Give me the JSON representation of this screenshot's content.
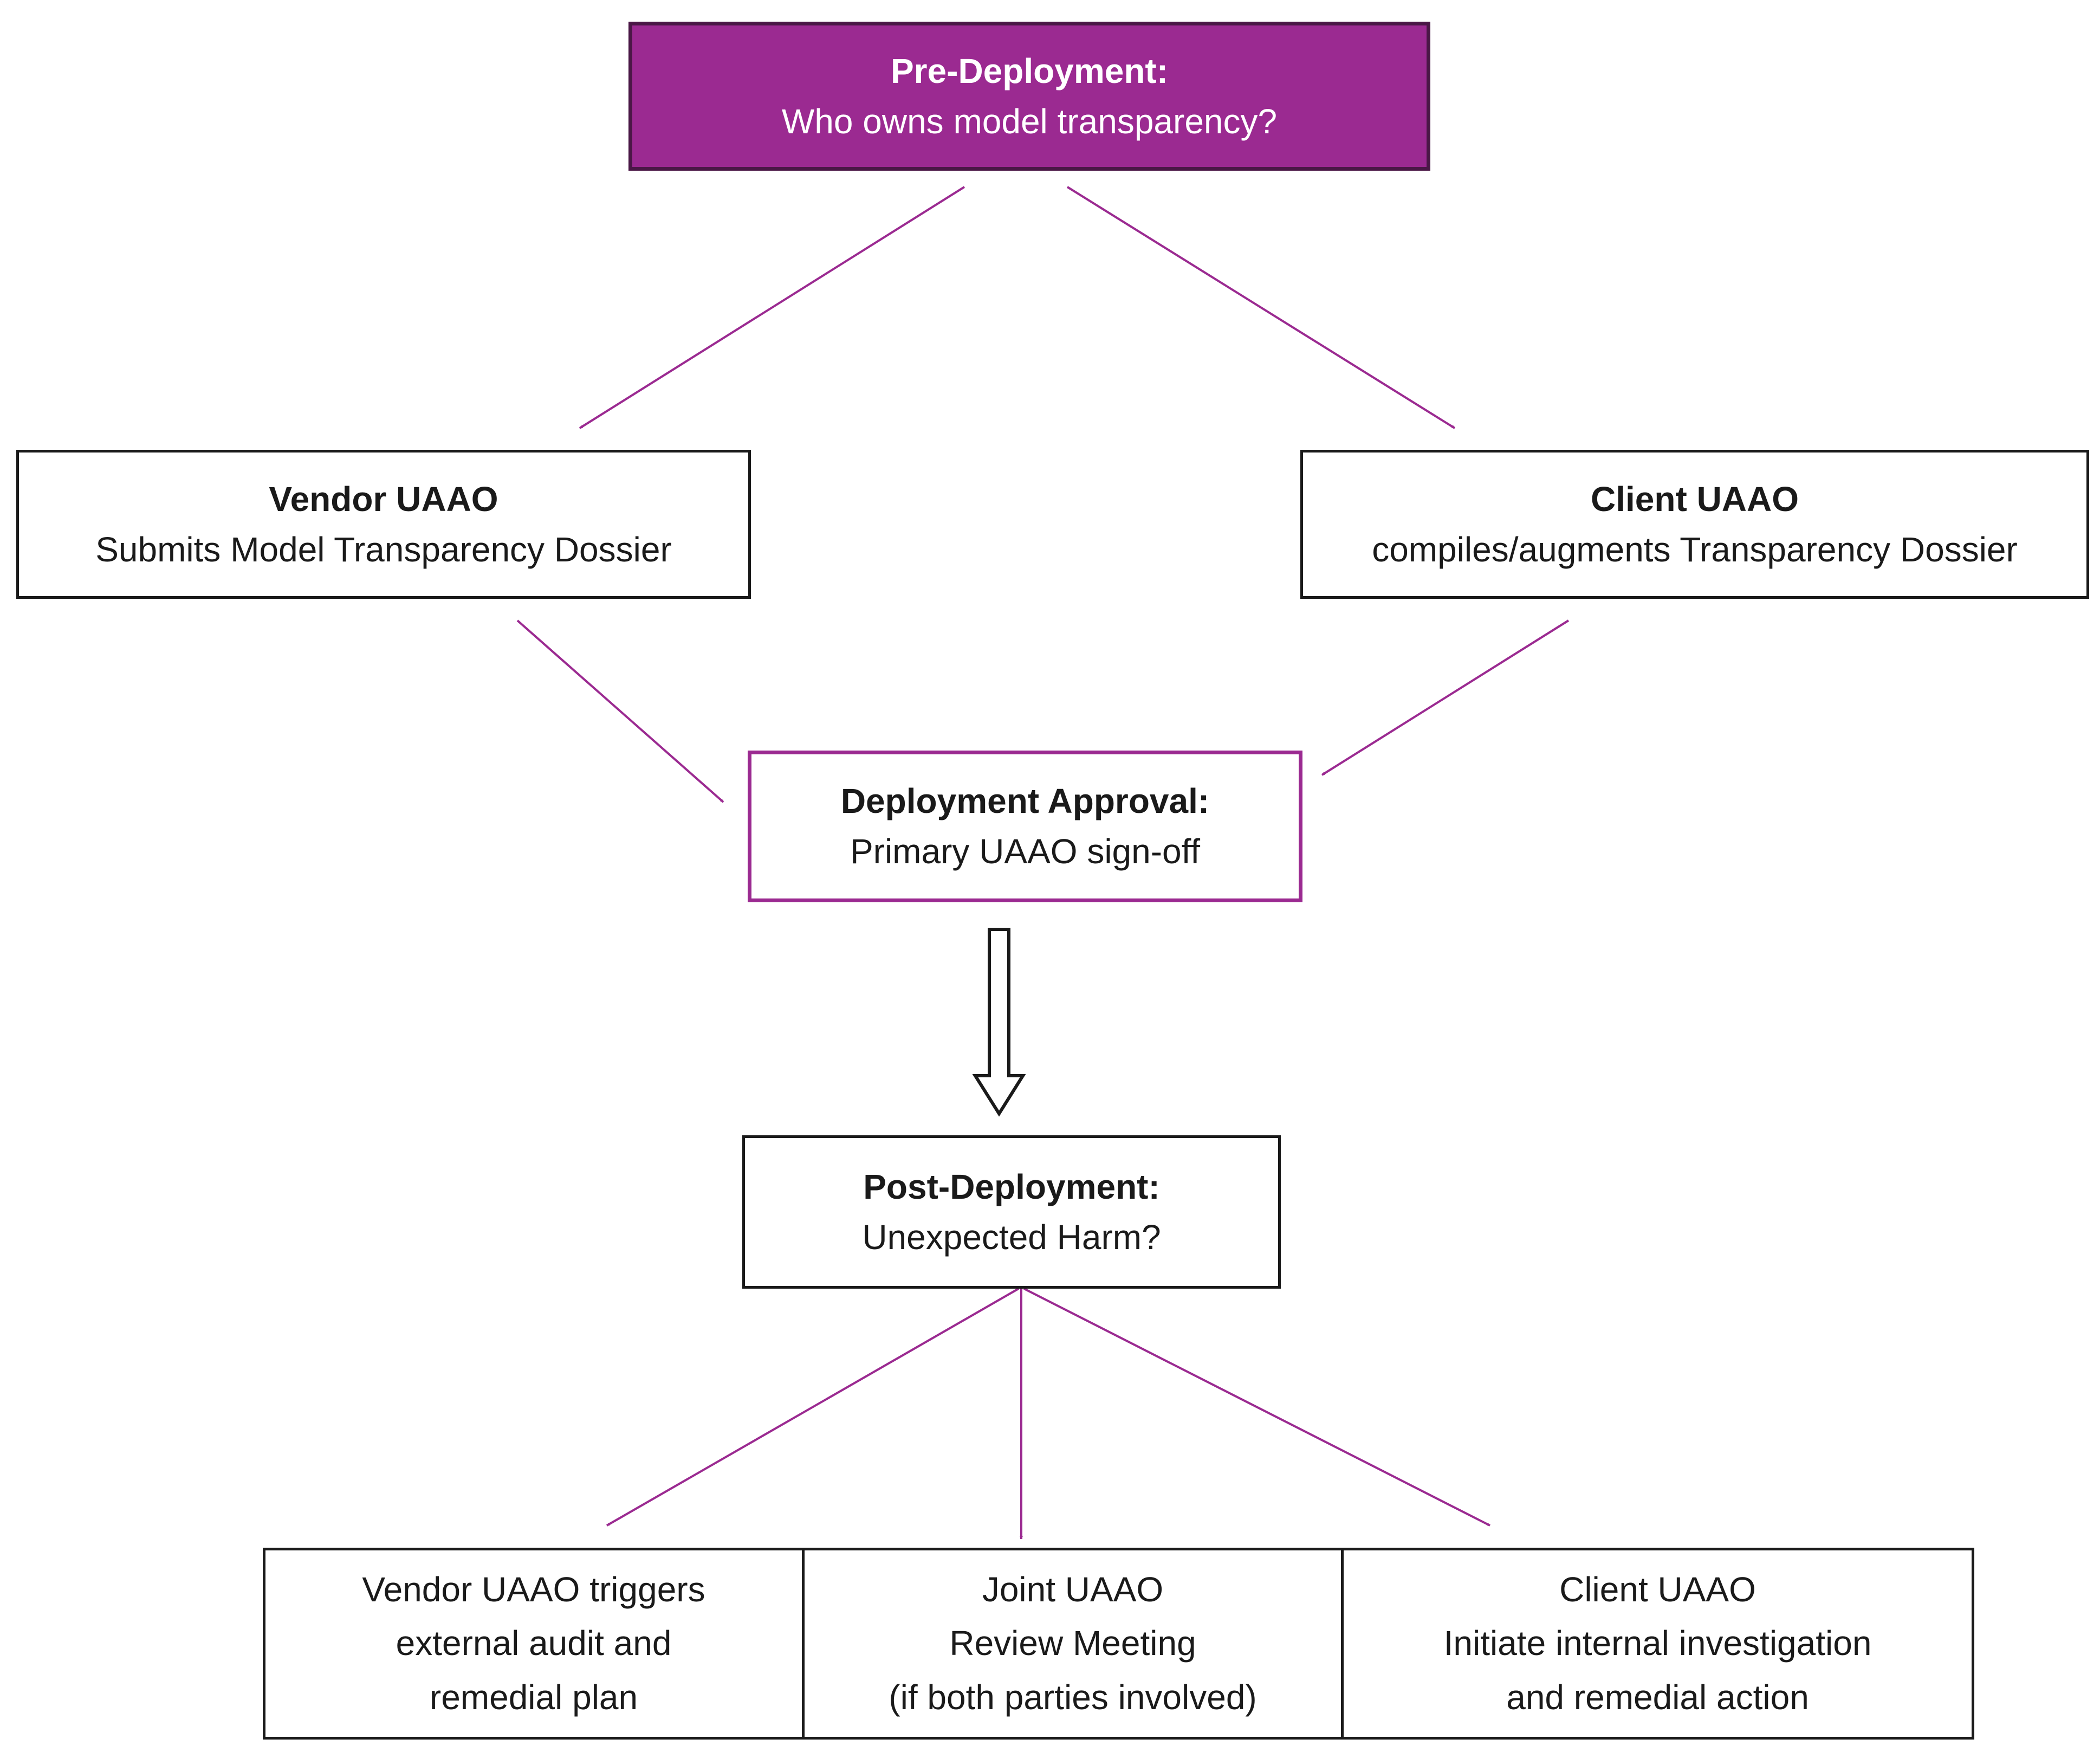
{
  "colors": {
    "accent": "#9b2a91",
    "accent_border": "#4a1746",
    "box_border": "#1a1a1a"
  },
  "pre_deployment": {
    "title": "Pre-Deployment:",
    "question": "Who owns model transparency?"
  },
  "vendor_uaao": {
    "title": "Vendor UAAO",
    "text": "Submits Model Transparency Dossier"
  },
  "client_uaao": {
    "title": "Client UAAO",
    "text": "compiles/augments Transparency Dossier"
  },
  "deployment_approval": {
    "title": "Deployment Approval:",
    "text": "Primary UAAO sign-off"
  },
  "post_deployment": {
    "title": "Post-Deployment:",
    "question": "Unexpected Harm?"
  },
  "outcomes": {
    "vendor": [
      "Vendor UAAO triggers",
      "external audit and",
      "remedial plan"
    ],
    "joint": [
      "Joint UAAO",
      "Review Meeting",
      "(if both parties involved)"
    ],
    "client": [
      "Client UAAO",
      "Initiate internal investigation",
      "and remedial action"
    ]
  }
}
